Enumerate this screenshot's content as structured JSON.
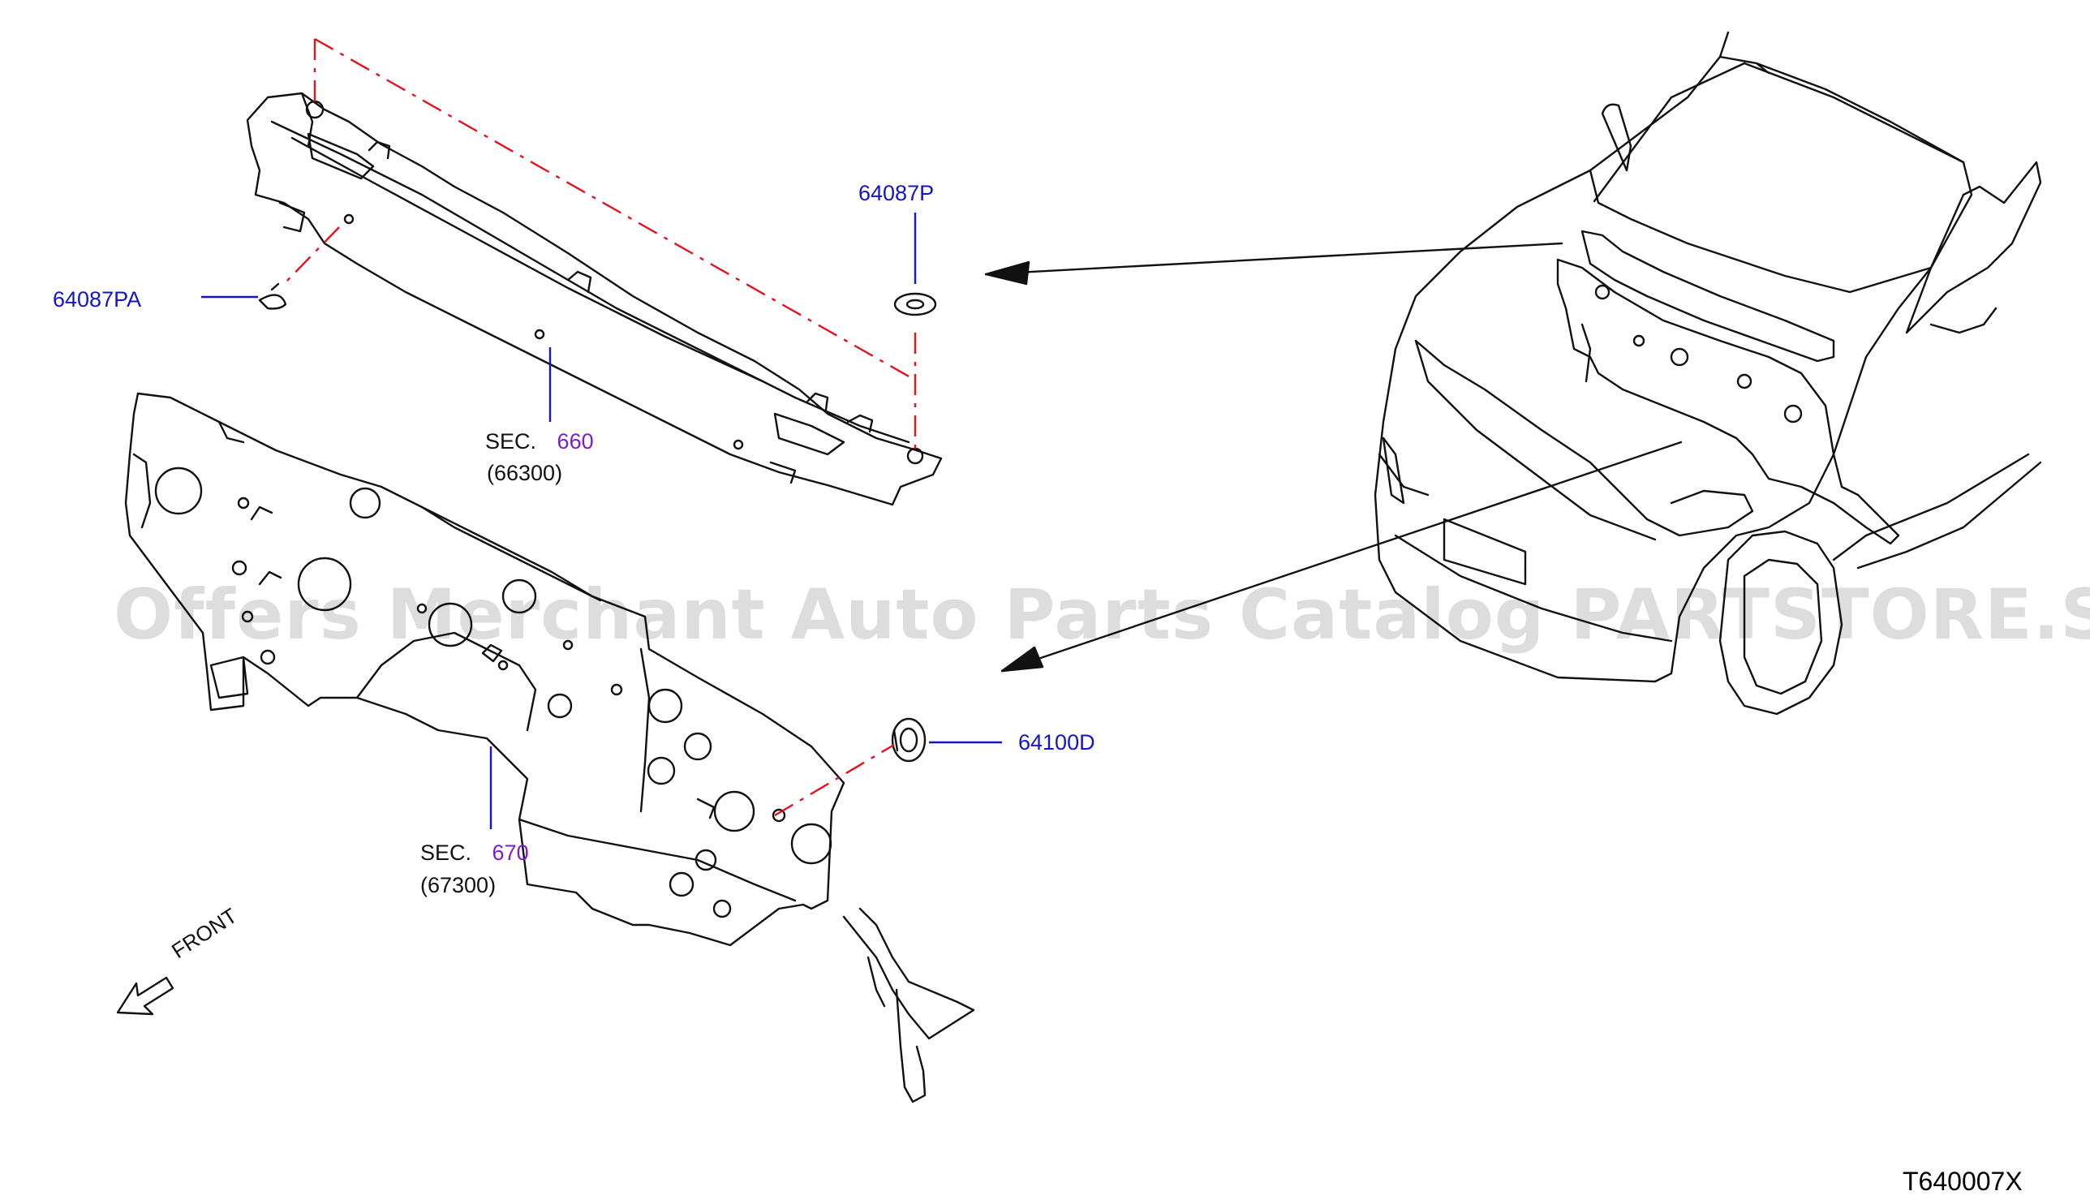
{
  "parts": {
    "p64087p": "64087P",
    "p64087pa": "64087PA",
    "p64100d": "64100D"
  },
  "sections": {
    "sec660": {
      "prefix": "SEC.",
      "number": "660",
      "code": "(66300)"
    },
    "sec670": {
      "prefix": "SEC.",
      "number": "670",
      "code": "(67300)"
    }
  },
  "front_label": "FRONT",
  "diagram_code": "T640007X",
  "watermark": "Offers Merchant Auto Parts Catalog PARTSTORE.SA",
  "colors": {
    "line": "#111111",
    "leader": "#1414c8",
    "phantom": "#e0141e",
    "section_number": "#7b1fc8"
  }
}
